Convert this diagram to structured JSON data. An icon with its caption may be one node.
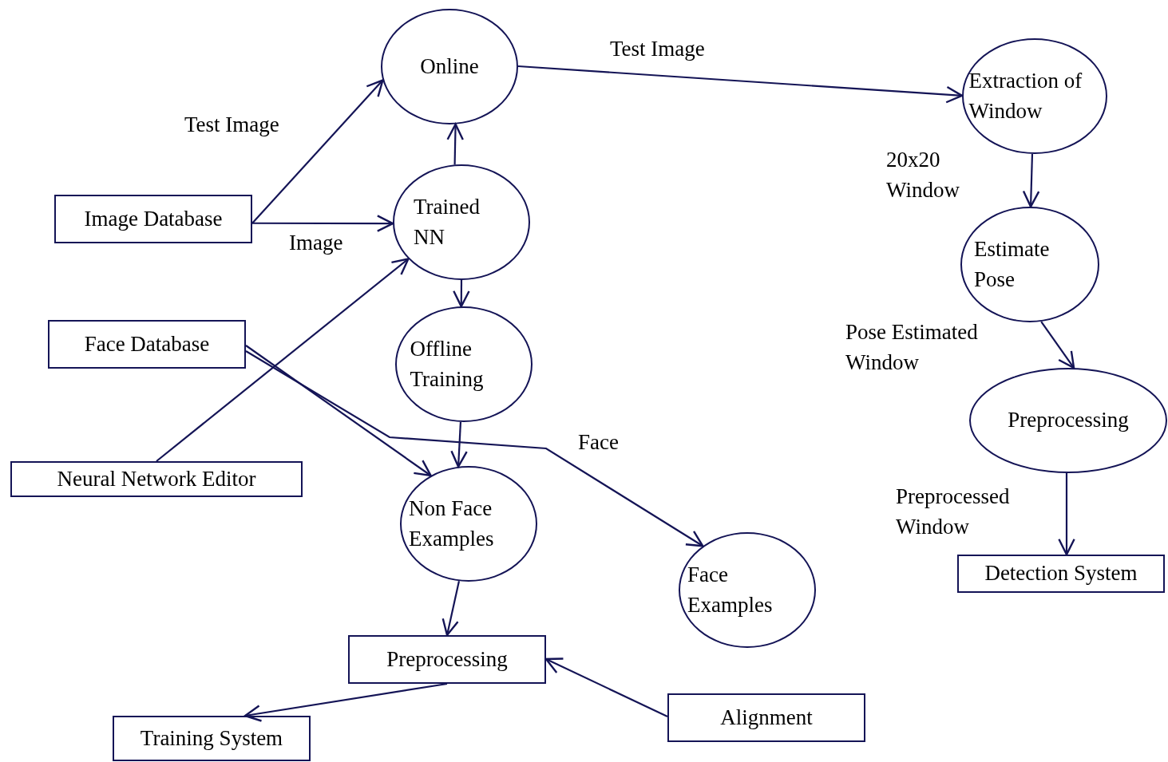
{
  "diagram": {
    "nodes": [
      {
        "text": [
          "Online"
        ]
      },
      {
        "text": [
          "Extraction of Window"
        ]
      },
      {
        "text": [
          "Image Database"
        ]
      },
      {
        "text": [
          "Trained NN"
        ]
      },
      {
        "text": [
          "Estimate Pose"
        ]
      },
      {
        "text": [
          "Face Database"
        ]
      },
      {
        "text": [
          "Offline Training"
        ]
      },
      {
        "text": [
          "Preprocessing"
        ]
      },
      {
        "text": [
          "Neural Network Editor"
        ]
      },
      {
        "text": [
          "Non Face Examples"
        ]
      },
      {
        "text": [
          "Detection System"
        ]
      },
      {
        "text": [
          "Face Examples"
        ]
      },
      {
        "text": [
          "Preprocessing"
        ]
      },
      {
        "text": [
          "Alignment"
        ]
      },
      {
        "text": [
          "Training System"
        ]
      }
    ],
    "edges": [
      {
        "from": 2,
        "to": 0,
        "arrow": "to",
        "label": "Test Image"
      },
      {
        "from": 2,
        "to": 3,
        "arrow": "to",
        "label": "Image"
      },
      {
        "from": 3,
        "to": 0,
        "arrow": "to"
      },
      {
        "from": 3,
        "to": 6,
        "arrow": "to"
      },
      {
        "from": 6,
        "to": 9,
        "arrow": "to"
      },
      {
        "from": 5,
        "to": 9,
        "arrow": "to"
      },
      {
        "from": 5,
        "to": 11,
        "arrow": "to",
        "label": "Face"
      },
      {
        "from": 8,
        "to": 3,
        "arrow": "to"
      },
      {
        "from": 0,
        "to": 1,
        "arrow": "to",
        "label": "Test Image"
      },
      {
        "from": 1,
        "to": 4,
        "arrow": "to",
        "label": "20x20 Window"
      },
      {
        "from": 4,
        "to": 7,
        "arrow": "to",
        "label": "Pose Estimated Window"
      },
      {
        "from": 7,
        "to": 10,
        "arrow": "to",
        "label": "Preprocessed Window"
      },
      {
        "from": 9,
        "to": 12,
        "arrow": "to"
      },
      {
        "from": 13,
        "to": 12,
        "arrow": "to"
      },
      {
        "from": 12,
        "to": 14,
        "arrow": "to"
      }
    ]
  }
}
